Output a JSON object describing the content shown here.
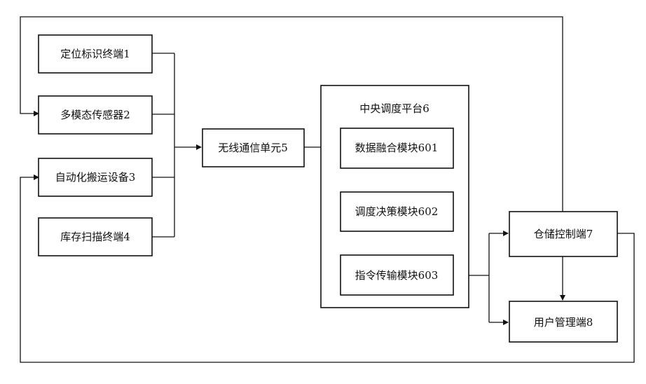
{
  "diagram": {
    "nodes": {
      "positioning_terminal": "定位标识终端1",
      "multimodal_sensor": "多模态传感器2",
      "automated_handling": "自动化搬运设备3",
      "inventory_scanner": "库存扫描终端4",
      "wireless_unit": "无线通信单元5",
      "central_platform": "中央调度平台6",
      "data_fusion": "数据融合模块601",
      "dispatch_decision": "调度决策模块602",
      "command_transmission": "指令传输模块603",
      "warehouse_control": "仓储控制端7",
      "user_management": "用户管理端8"
    }
  }
}
